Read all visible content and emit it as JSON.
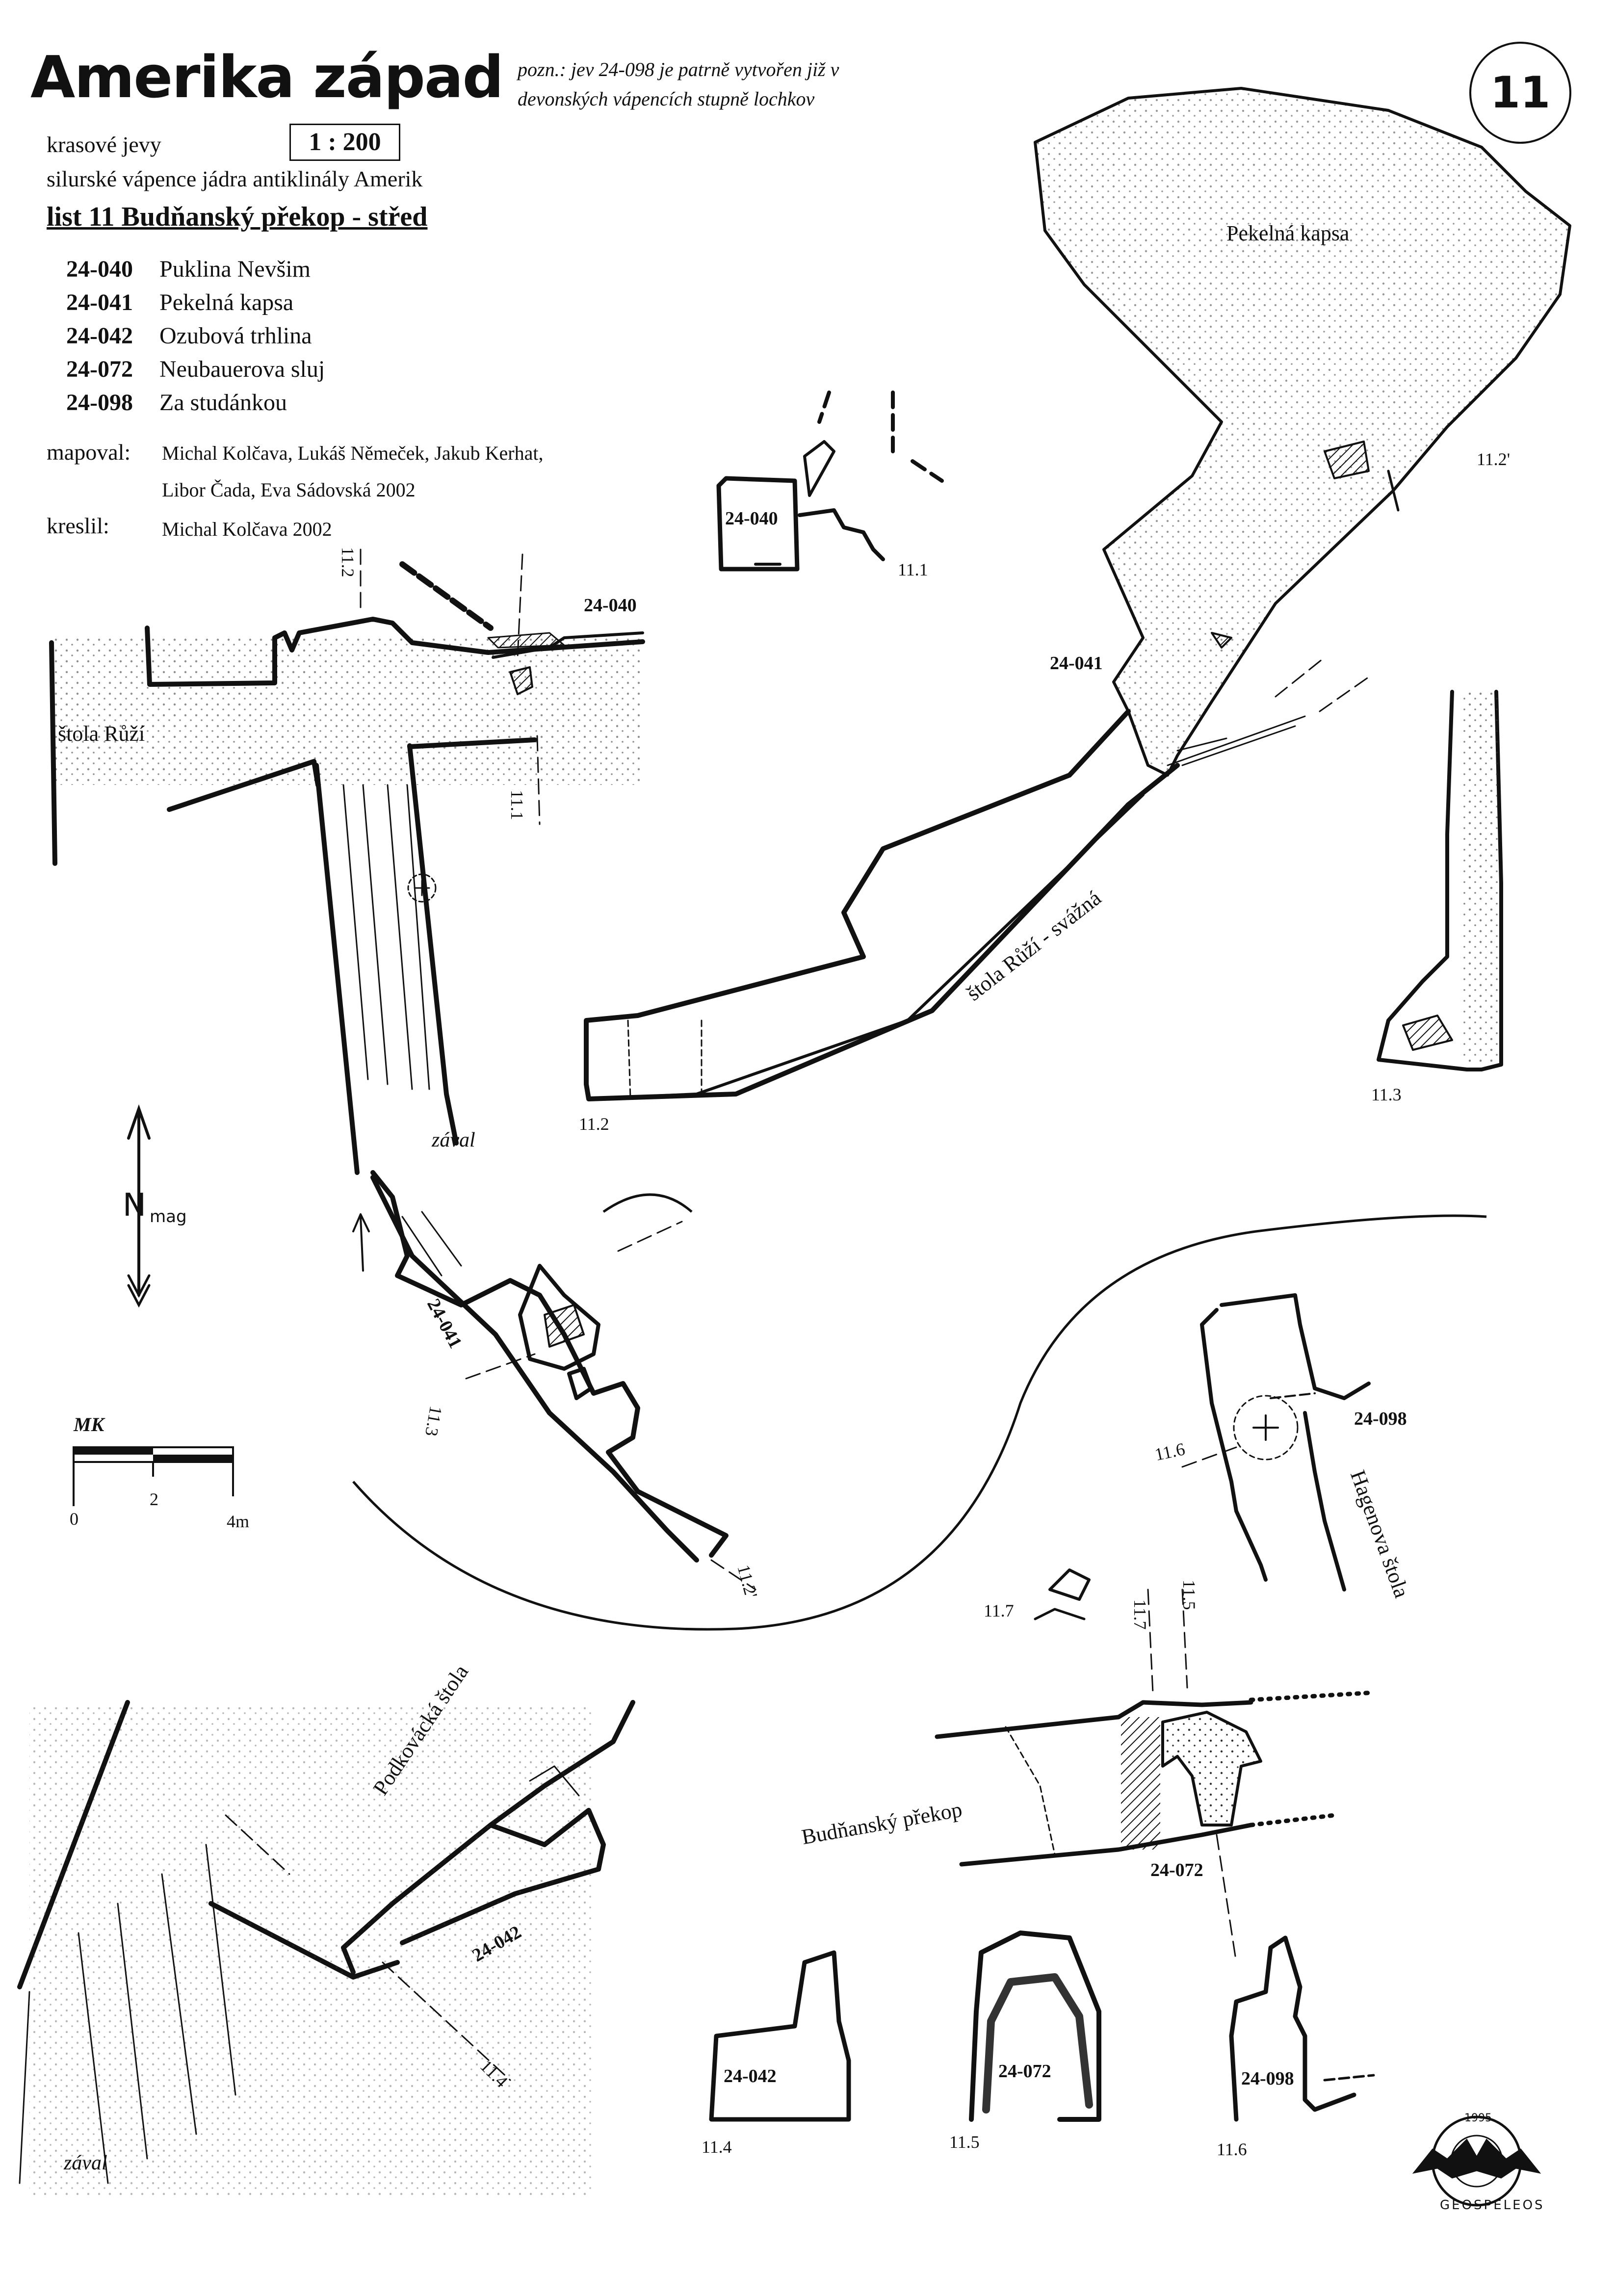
{
  "header": {
    "title": "Amerika západ",
    "subtitle_line1": "krasové jevy",
    "scale": "1 : 200",
    "subtitle_line2": "silurské vápence jádra antiklinály Amerik",
    "sheet_name": "list 11  Budňanský překop - střed",
    "sheet_number": "11"
  },
  "note": "pozn.: jev 24-098 je patrně vytvořen již v devonských vápencích stupně lochkov",
  "legend": [
    {
      "code": "24-040",
      "name": "Puklina Nevšim"
    },
    {
      "code": "24-041",
      "name": "Pekelná kapsa"
    },
    {
      "code": "24-042",
      "name": "Ozubová trhlina"
    },
    {
      "code": "24-072",
      "name": "Neubauerova sluj"
    },
    {
      "code": "24-098",
      "name": "Za studánkou"
    }
  ],
  "credits": {
    "mapped_label": "mapoval:",
    "mapped_by_line1": "Michal Kolčava, Lukáš Němeček, Jakub Kerhat,",
    "mapped_by_line2": "Libor Čada, Eva Sádovská 2002",
    "drawn_label": "kreslil:",
    "drawn_by": "Michal Kolčava 2002"
  },
  "map_labels": {
    "stola_ruzi": "štola Růží",
    "stola_ruzi_svazna": "štola Růží - svážná",
    "pekelna_kapsa": "Pekelná kapsa",
    "zaval": "zával",
    "hagenova_stola": "Hagenova štola",
    "podkovacka_stola": "Podkovácká štola",
    "budnansky_prekop": "Budňanský překop",
    "cave_24_040": "24-040",
    "cave_24_041": "24-041",
    "cave_24_042": "24-042",
    "cave_24_072": "24-072",
    "cave_24_098": "24-098"
  },
  "sections": {
    "s11_1": "11.1",
    "s11_2": "11.2",
    "s11_2p": "11.2'",
    "s11_3": "11.3",
    "s11_4": "11.4",
    "s11_5": "11.5",
    "s11_6": "11.6",
    "s11_7": "11.7"
  },
  "north_arrow": {
    "label": "N",
    "sub": "mag",
    "icon": "north-arrow-icon"
  },
  "scale_bar": {
    "author_mark": "MK",
    "ticks": [
      "0",
      "2",
      "4m"
    ]
  },
  "logo": {
    "text": "GEOSPELEOS",
    "year": "1995"
  },
  "colors": {
    "ink": "#111111",
    "paper": "#ffffff"
  }
}
